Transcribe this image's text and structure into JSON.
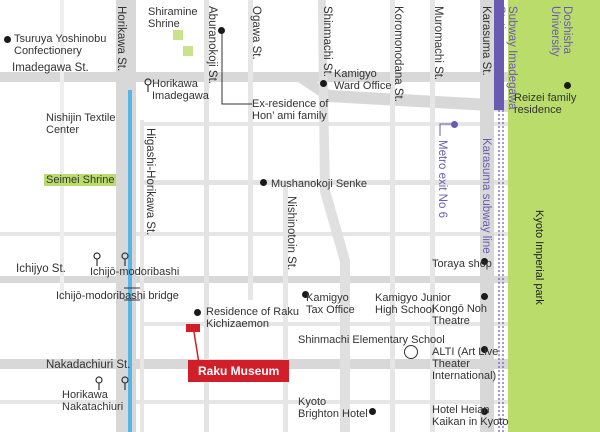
{
  "colors": {
    "park": "#b9dc6a",
    "river": "#56b7e6",
    "road": "#d8d8d8",
    "subway": "#6a5bb0",
    "museum": "#d11f2a",
    "shrine_highlight": "#b9dc6a"
  },
  "streets": {
    "horikawa": "Horikawa St.",
    "higashi_horikawa": "Higashi-Horikawa St.",
    "aburanokoji": "Aburanokoji St.",
    "ogawa": "Ogawa St.",
    "nishinotoin": "Nishinotoin St.",
    "shinmachi": "Shinmachi St.",
    "koromonodana": "Koromonodana St.",
    "muromachi": "Muromachi St.",
    "karasuma": "Karasuma St.",
    "imadegawa": "Imadegawa St.",
    "ichijo": "Ichijyo St.",
    "nakadachiuri": "Nakadachiuri St."
  },
  "places": {
    "tsuruya": "Tsuruya Yoshinobu Confectionery",
    "shiramine": "Shiramine Shrine",
    "horikawa_imadegawa": "Horikawa Imadegawa",
    "kamigyo_ward": "Kamigyo Ward Office",
    "honami": "Ex-residence of Hon’ ami family",
    "nishijin": "Nishijin Textile Center",
    "seimei": "Seimei Shrine",
    "mushanokoji": "Mushanokoji Senke",
    "ichijo_modoribashi_stop": "Ichijō-modoribashi",
    "ichijo_modoribashi_bridge": "Ichijō-modoribashi bridge",
    "raku_residence": "Residence of Raku Kichizaemon",
    "raku_museum": "Raku Museum",
    "kamigyo_tax": "Kamigyo Tax Office",
    "kamigyo_jhs": "Kamigyo Junior High School",
    "shinmachi_es": "Shinmachi Elementary School",
    "horikawa_nakatachiuri": "Horikawa Nakatachiuri",
    "kyoto_brighton": "Kyoto Brighton Hotel",
    "doshisha": "Doshisha University",
    "reizei": "Reizei family residence",
    "subway_station": "Subway Imadegawa Station",
    "metro_exit": "Metro exit No 6",
    "karasuma_line": "Karasuma subway line",
    "kyoto_imperial_park": "Kyoto Imperial park",
    "toraya": "Toraya shop",
    "kongo": "Kongō Noh Theatre",
    "alti": "ALTI (Art Live Theater International)",
    "heian_kaikan": "Hotel Heian Kaikan in Kyoto"
  }
}
